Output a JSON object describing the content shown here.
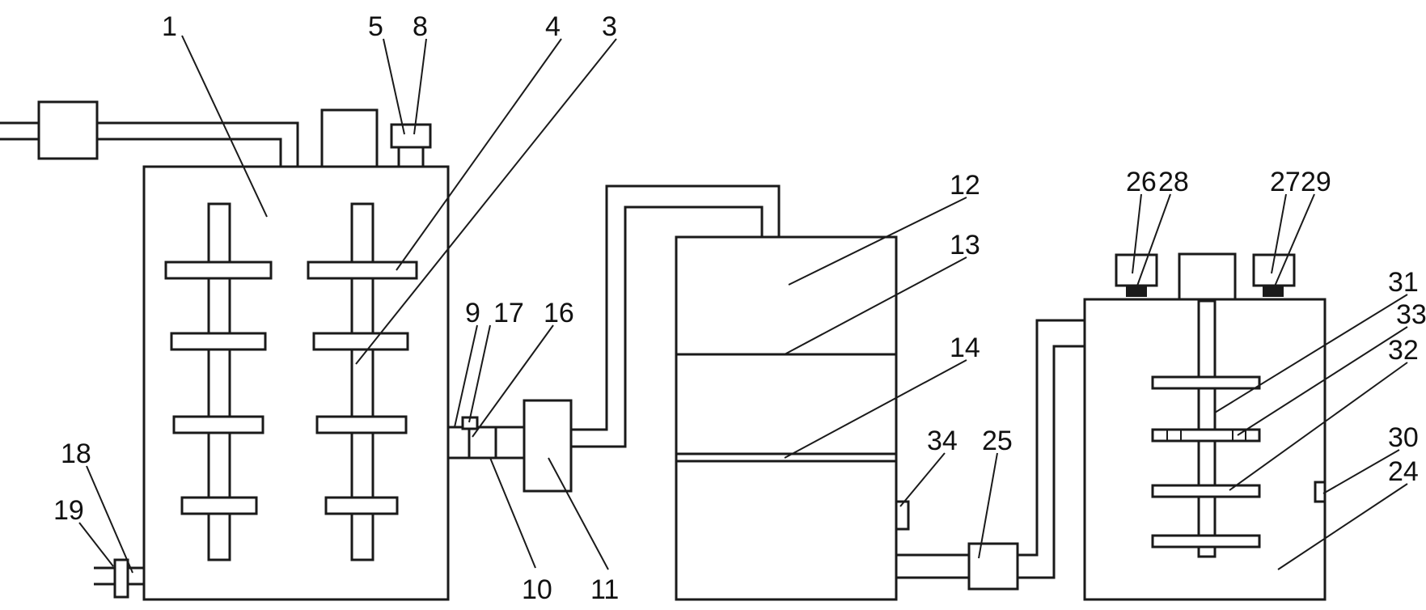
{
  "figure": {
    "labels": {
      "l1": "1",
      "l3": "3",
      "l4": "4",
      "l5": "5",
      "l8": "8",
      "l9": "9",
      "l10": "10",
      "l11": "11",
      "l12": "12",
      "l13": "13",
      "l14": "14",
      "l16": "16",
      "l17": "17",
      "l18": "18",
      "l19": "19",
      "l24": "24",
      "l25": "25",
      "l26": "26",
      "l27": "27",
      "l28": "28",
      "l29": "29",
      "l30": "30",
      "l31": "31",
      "l32": "32",
      "l33": "33",
      "l34": "34"
    }
  }
}
